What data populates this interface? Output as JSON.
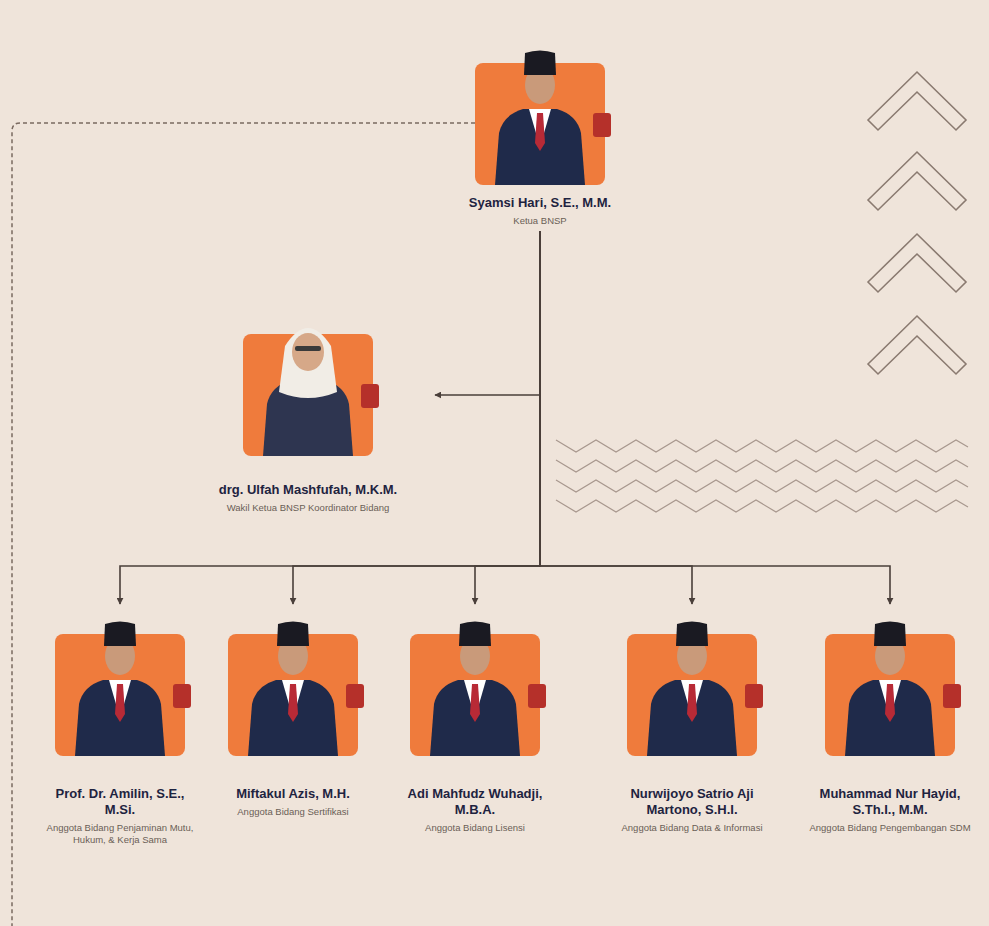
{
  "diagram": {
    "nodes": [
      {
        "text": [
          "Syamsi Hari, S.E., M.M.",
          "Ketua BNSP"
        ]
      },
      {
        "text": [
          "drg. Ulfah Mashfufah, M.K.M.",
          "Wakil Ketua BNSP Koordinator Bidang"
        ]
      },
      {
        "text": [
          "Prof. Dr. Amilin, S.E., M.Si.",
          "Anggota Bidang Penjaminan Mutu, Hukum, & Kerja Sama"
        ]
      },
      {
        "text": [
          "Miftakul Azis, M.H.",
          "Anggota Bidang Sertifikasi"
        ]
      },
      {
        "text": [
          "Adi Mahfudz Wuhadji, M.B.A.",
          "Anggota Bidang Lisensi"
        ]
      },
      {
        "text": [
          "Nurwijoyo Satrio Aji Martono, S.H.I.",
          "Anggota Bidang Data & Informasi"
        ]
      },
      {
        "text": [
          "Muhammad Nur Hayid, S.Th.I., M.M.",
          "Anggota Bidang Pengembangan SDM"
        ]
      }
    ],
    "edges": [
      {
        "from": 0,
        "to": 1,
        "arrow": "to"
      },
      {
        "from": 0,
        "to": 2,
        "arrow": "to"
      },
      {
        "from": 0,
        "to": 3,
        "arrow": "to"
      },
      {
        "from": 0,
        "to": 4,
        "arrow": "to"
      },
      {
        "from": 0,
        "to": 5,
        "arrow": "to"
      },
      {
        "from": 0,
        "to": 6,
        "arrow": "to"
      }
    ]
  }
}
